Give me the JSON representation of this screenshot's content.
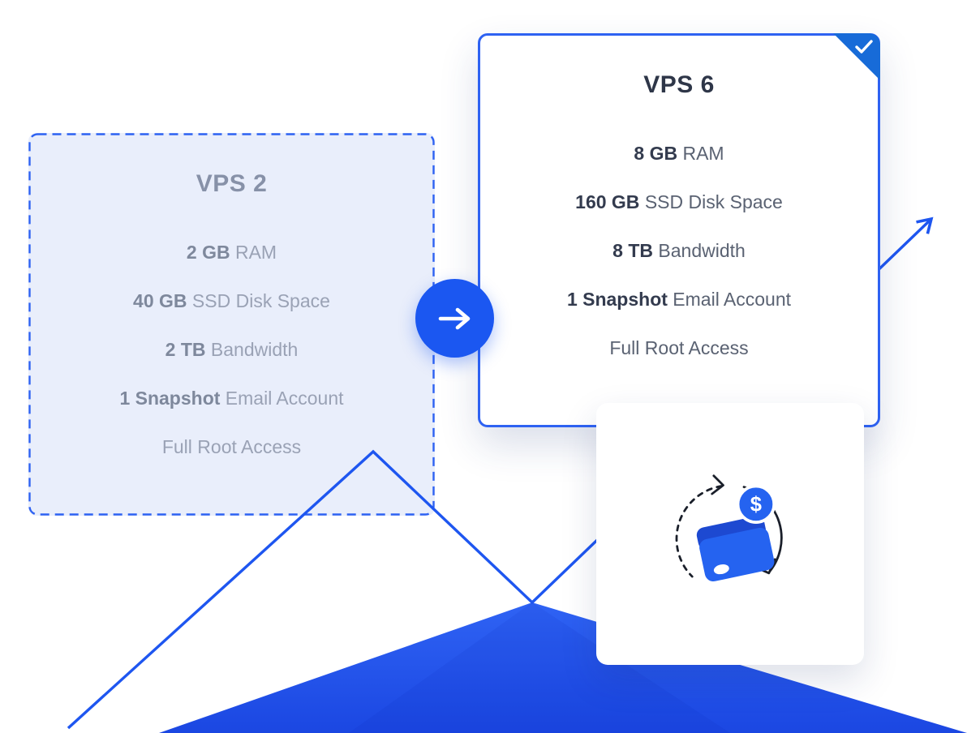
{
  "plans": {
    "old": {
      "title": "VPS 2",
      "features": [
        {
          "bold": "2 GB",
          "rest": "RAM"
        },
        {
          "bold": "40 GB",
          "rest": "SSD Disk Space"
        },
        {
          "bold": "2 TB",
          "rest": "Bandwidth"
        },
        {
          "bold": "1 Snapshot",
          "rest": "Email Account"
        },
        {
          "bold": "",
          "rest": "Full Root Access"
        }
      ]
    },
    "new": {
      "title": "VPS 6",
      "selected": true,
      "features": [
        {
          "bold": "8 GB",
          "rest": "RAM"
        },
        {
          "bold": "160 GB",
          "rest": "SSD Disk Space"
        },
        {
          "bold": "8 TB",
          "rest": "Bandwidth"
        },
        {
          "bold": "1 Snapshot",
          "rest": "Email Account"
        },
        {
          "bold": "",
          "rest": "Full Root Access"
        }
      ]
    }
  },
  "transition": {
    "icon": "right-arrow-icon"
  },
  "decor": {
    "corner_badge_icon": "checkmark-icon",
    "wallet": {
      "icon": "wallet-refund-icon",
      "currency_glyph": "$"
    },
    "background_icons": [
      "growth-trend-arrow-line",
      "mountain-area-fill"
    ],
    "colors": {
      "primary_blue": "#1E56F0",
      "area_fill_top": "#2F63F4",
      "area_fill_bottom": "#1B47E2",
      "corner_badge_blue": "#176BD8",
      "old_card_bg": "#E9EEFB",
      "old_card_border": "#2E62F2",
      "old_card_title": "#8791A8",
      "old_card_text": "#9AA2B5",
      "old_card_bold": "#7E889C",
      "new_card_title": "#2E3648",
      "new_card_text": "#5A6272",
      "new_card_bold": "#333B4E"
    }
  }
}
